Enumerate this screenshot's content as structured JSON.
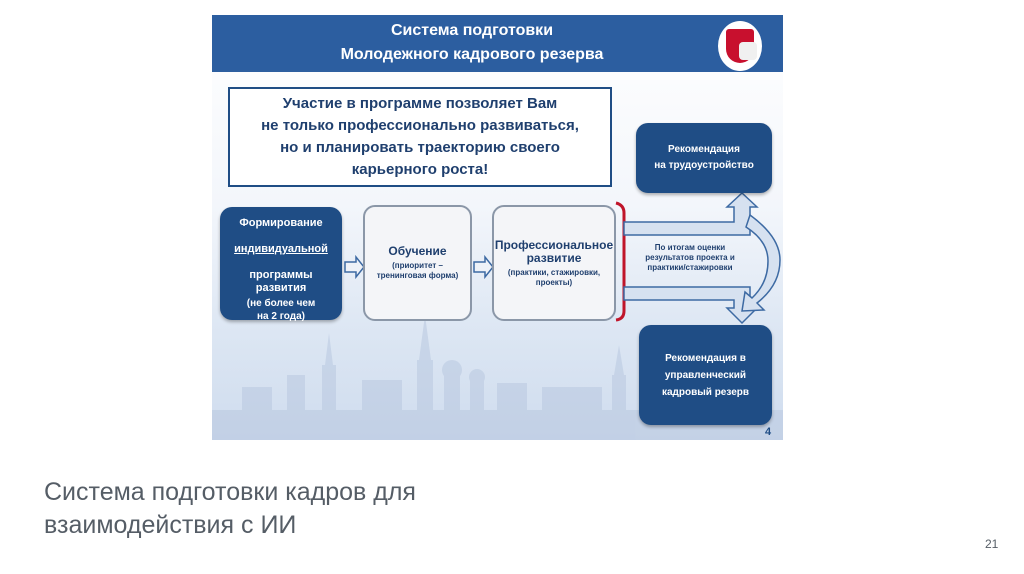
{
  "slide": {
    "title": "Система подготовки\nМолодежного кадрового резерва",
    "intro": "Участие в программе позволяет Вам\nне только профессионально развиваться,\nно и планировать траекторию своего\nкарьерного роста!",
    "steps": [
      {
        "title_line1": "Формирование",
        "title_underlined": "индивидуальной",
        "title_line3": "программы\nразвития",
        "note": "(не более чем\nна 2 года)"
      },
      {
        "title": "Обучение",
        "note": "(приоритет –\nтренинговая форма)"
      },
      {
        "title": "Профессиональное\nразвитие",
        "note": "(практики, стажировки,\nпроекты)"
      }
    ],
    "evaluation": "По итогам оценки\nрезультатов проекта и\nпрактики/стажировки",
    "outcomes": [
      {
        "label": "Рекомендация\nна трудоустройство"
      },
      {
        "label": "Рекомендация в\nуправленческий\nкадровый резерв"
      }
    ],
    "slide_number": "4"
  },
  "caption": "Система подготовки кадров для\nвзаимодействия с ИИ",
  "page_number": "21",
  "colors": {
    "primary": "#1f4d85",
    "header": "#2c5ea0",
    "bracket": "#c0152a",
    "light_box": "#f4f5f8"
  }
}
